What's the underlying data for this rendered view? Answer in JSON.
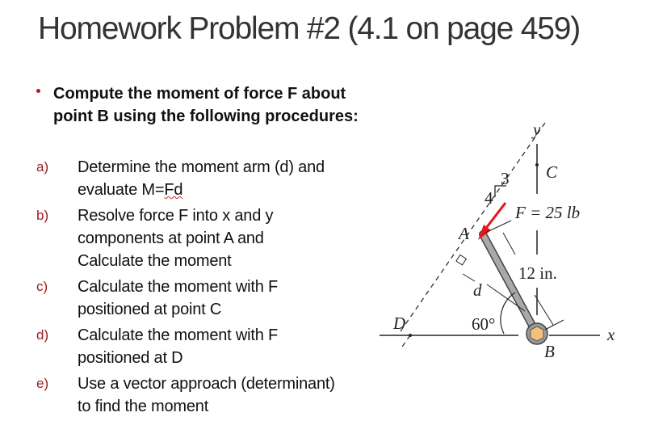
{
  "slide": {
    "title": "Homework Problem #2 (4.1 on page 459)",
    "intro": "Compute the moment of force F about point B using the following procedures:",
    "bullet_color": "#b01c2a",
    "label_color": "#9b1b1b",
    "items": [
      {
        "label": "a)",
        "text_pre": "Determine the moment arm (d) and evaluate M=",
        "text_squig": "Fd"
      },
      {
        "label": "b)",
        "text": "Resolve force F into x and y components at point A and Calculate the moment"
      },
      {
        "label": "c)",
        "text": "Calculate the moment with F positioned at point C"
      },
      {
        "label": "d)",
        "text": "Calculate the moment with F positioned at D"
      },
      {
        "label": "e)",
        "text": "Use a vector approach (determinant) to find the moment"
      }
    ]
  },
  "figure": {
    "axis_y": "y",
    "axis_x": "x",
    "point_a": "A",
    "point_b": "B",
    "point_c": "C",
    "point_d": "D",
    "slope_rise": "3",
    "slope_run": "4",
    "force": "F = 25 lb",
    "length": "12 in.",
    "moment_arm": "d",
    "angle": "60°",
    "force_color": "#e8141c",
    "wrench_color": "#a9a9a9",
    "bolt_color": "#f2c27a"
  }
}
